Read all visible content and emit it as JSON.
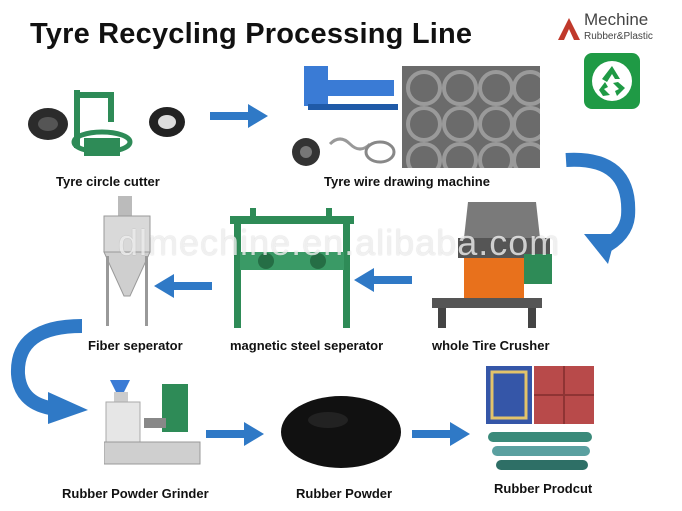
{
  "title": "Tyre Recycling Processing Line",
  "brand": {
    "name": "Mechine",
    "subtitle": "Rubber&Plastic",
    "logo_icon": "mechine-logo-icon",
    "recycle_icon": "recycle-icon"
  },
  "watermark": "dlmechine.en.alibaba.com",
  "steps": [
    {
      "label": "Tyre circle cutter"
    },
    {
      "label": "Tyre wire drawing machine"
    },
    {
      "label": "whole Tire Crusher"
    },
    {
      "label": "magnetic steel seperator"
    },
    {
      "label": "Fiber seperator"
    },
    {
      "label": "Rubber Powder Grinder"
    },
    {
      "label": "Rubber Powder"
    },
    {
      "label": "Rubber Prodcut"
    }
  ],
  "colors": {
    "arrow_blue": "#2f79c6",
    "machine_green": "#2e8b57",
    "machine_blue": "#3a7bd5",
    "machine_orange": "#e8711c"
  }
}
